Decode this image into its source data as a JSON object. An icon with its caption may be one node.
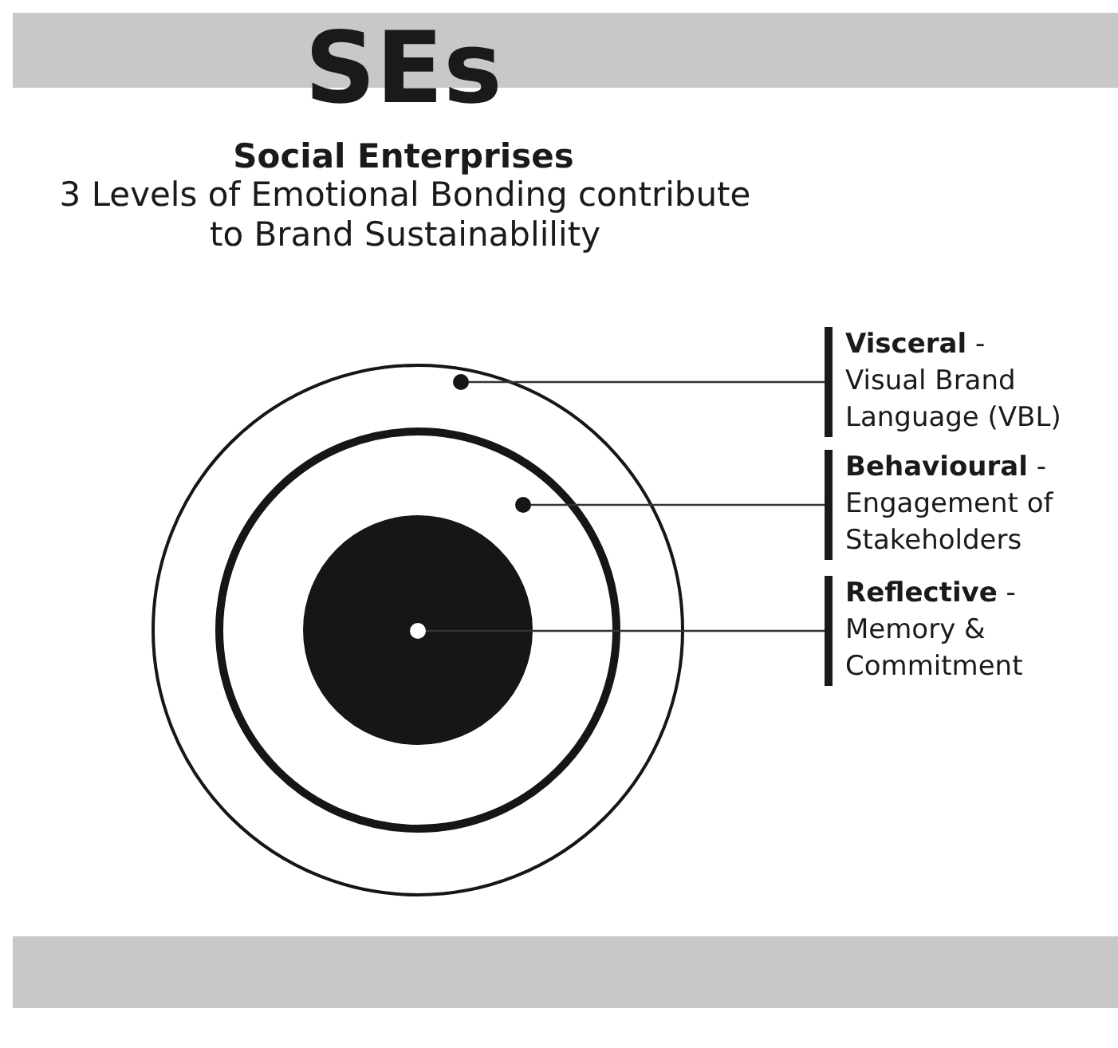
{
  "diagram": {
    "title": "SEs",
    "nodes": [
      {
        "text": [],
        "shape": "circle"
      },
      {
        "text": [],
        "shape": "circle",
        "in": 0
      },
      {
        "text": [],
        "shape": "circle",
        "in": 1
      },
      {
        "text": [
          "**Visceral** -",
          "Visual Brand Language (VBL)"
        ]
      },
      {
        "text": [
          "**Behavioural** -",
          "Engagement of Stakeholders"
        ]
      },
      {
        "text": [
          "**Reflective** -",
          "Memory & Commitment"
        ]
      }
    ],
    "edges": [
      {
        "from": 3,
        "to": 0,
        "arrow": "other"
      },
      {
        "from": 4,
        "to": 1,
        "arrow": "other"
      },
      {
        "from": 5,
        "to": 2,
        "arrow": "other"
      }
    ],
    "labels": [
      "Social Enterprises",
      "3 Levels of Emotional Bonding contribute to Brand Sustainablility"
    ]
  }
}
